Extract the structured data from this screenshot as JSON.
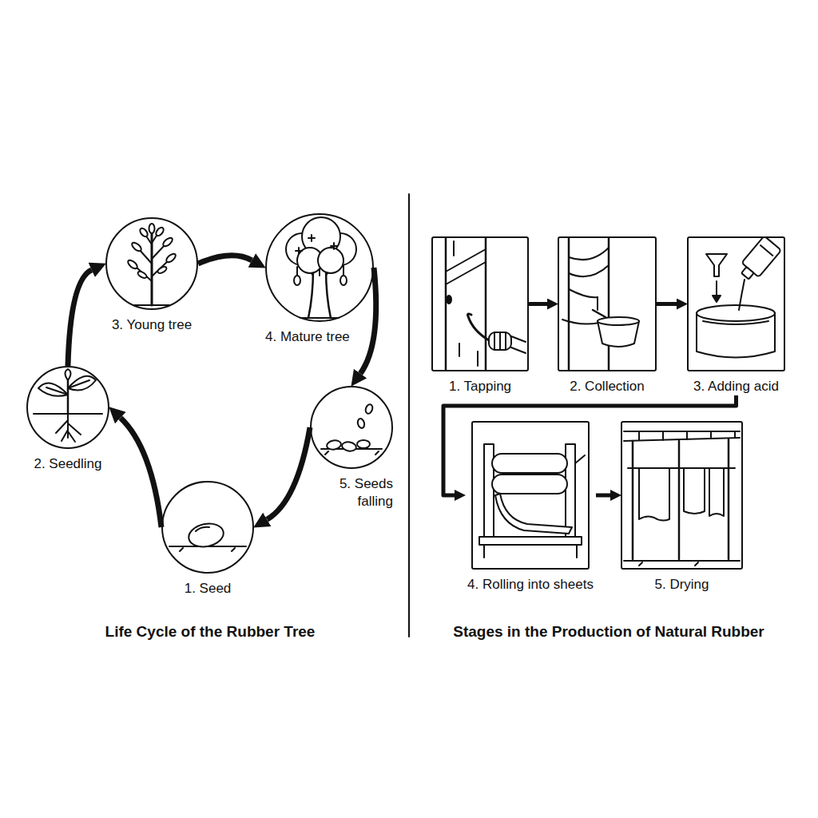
{
  "diagram": {
    "nodes": [
      {
        "text": [
          "1. Seed"
        ]
      },
      {
        "text": [
          "2. Seedling"
        ]
      },
      {
        "text": [
          "3. Young tree"
        ]
      },
      {
        "text": [
          "4. Mature tree"
        ]
      },
      {
        "text": [
          "5. Seeds falling"
        ]
      },
      {
        "text": [
          "1. Tapping"
        ]
      },
      {
        "text": [
          "2. Collection"
        ]
      },
      {
        "text": [
          "3. Adding acid"
        ]
      },
      {
        "text": [
          "4. Rolling into sheets"
        ]
      },
      {
        "text": [
          "5. Drying"
        ]
      }
    ],
    "edges": [
      {
        "from": 0,
        "to": 1,
        "arrow": "to"
      },
      {
        "from": 1,
        "to": 2,
        "arrow": "to"
      },
      {
        "from": 2,
        "to": 3,
        "arrow": "to"
      },
      {
        "from": 3,
        "to": 4,
        "arrow": "to"
      },
      {
        "from": 4,
        "to": 0,
        "arrow": "to"
      },
      {
        "from": 5,
        "to": 6,
        "arrow": "to"
      },
      {
        "from": 6,
        "to": 7,
        "arrow": "to"
      },
      {
        "from": 7,
        "to": 8,
        "arrow": "to"
      },
      {
        "from": 8,
        "to": 9,
        "arrow": "to"
      }
    ],
    "labels": [
      "Life Cycle of the Rubber Tree",
      "Stages in the Production of Natural Rubber"
    ]
  }
}
